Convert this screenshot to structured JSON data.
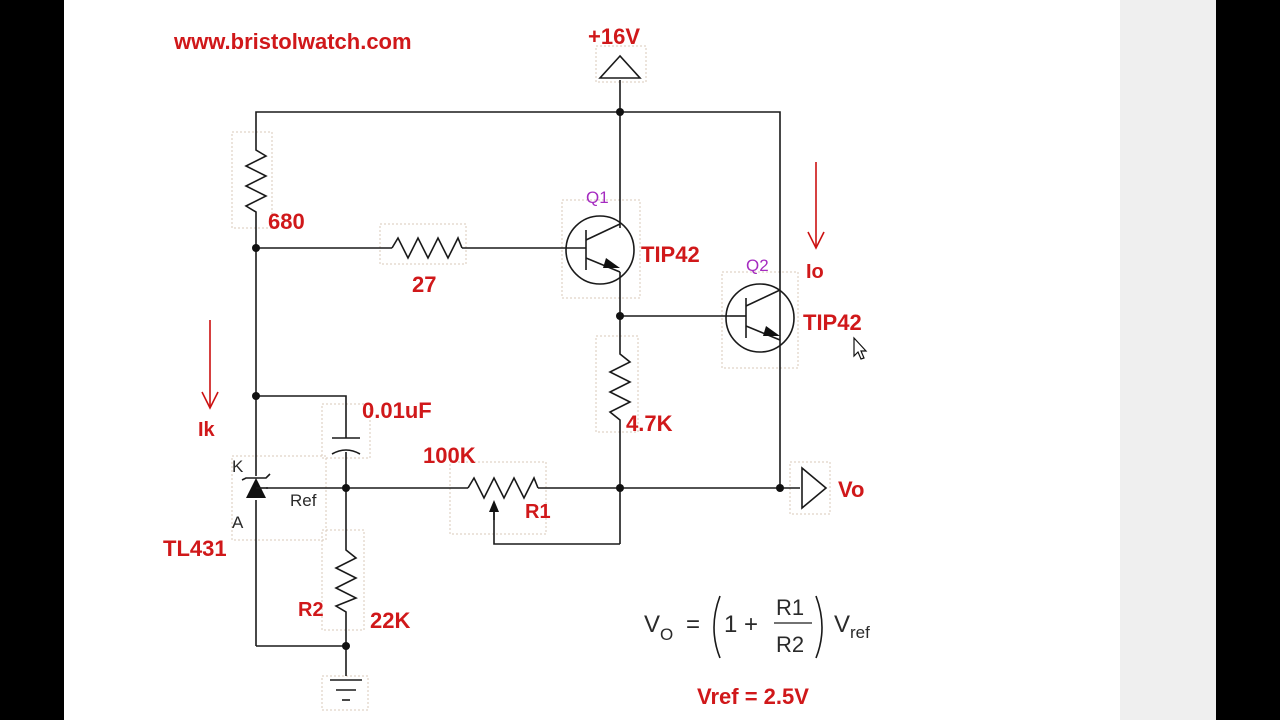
{
  "website": "www.bristolwatch.com",
  "supply": "+16V",
  "output_label": "Vo",
  "components": {
    "r_top": "680",
    "r_base": "27",
    "r_emitter": "4.7K",
    "pot_value": "100K",
    "pot_name": "R1",
    "cap": "0.01uF",
    "r2_name": "R2",
    "r2_value": "22K",
    "q1_name": "Q1",
    "q1_part": "TIP42",
    "q2_name": "Q2",
    "q2_part": "TIP42",
    "ref_ic": "TL431",
    "pin_k": "K",
    "pin_a": "A",
    "pin_ref": "Ref"
  },
  "currents": {
    "ik": "Ik",
    "io": "Io"
  },
  "formula": {
    "lhs": "V",
    "lhs_sub": "O",
    "eq": "=",
    "one_plus": "1 +",
    "numerator": "R1",
    "denominator": "R2",
    "rhs": "V",
    "rhs_sub": "ref"
  },
  "vref_note": "Vref = 2.5V"
}
